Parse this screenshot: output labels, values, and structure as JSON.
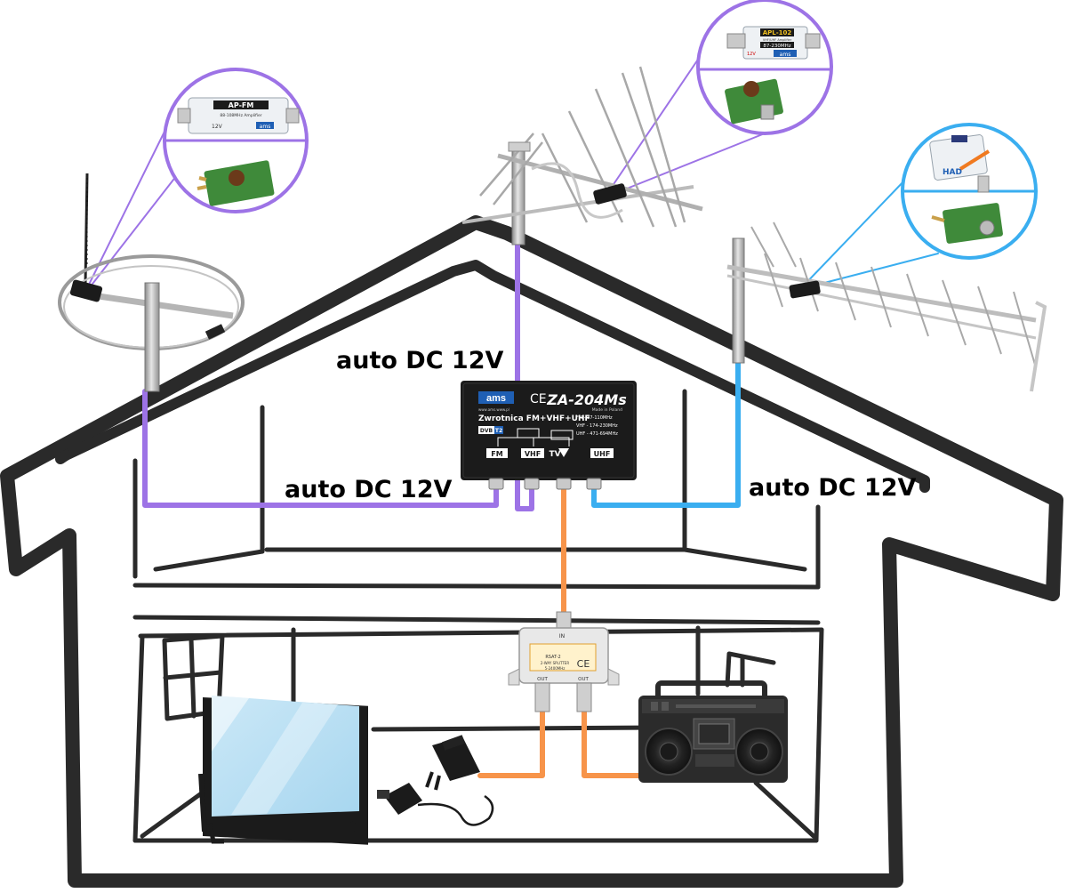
{
  "colors": {
    "purple": "#9d73e6",
    "blue": "#3aaef0",
    "orange": "#f7944a",
    "house": "#2a2a2a",
    "amsBlue": "#1f5fb4"
  },
  "labels": {
    "dc_top": "auto DC 12V",
    "dc_left": "auto DC 12V",
    "dc_right": "auto DC 12V"
  },
  "amplifiers": {
    "fm": {
      "name": "AP-FM",
      "spec": "88-108MHz Amplifier",
      "volt": "12V",
      "brand": "ams"
    },
    "vhf": {
      "name": "APL-102",
      "spec1": "VHF/UHF Amplifier",
      "spec2": "87-230MHz",
      "volt": "12V",
      "brand": "ams"
    },
    "uhf": {
      "brand": "HAD"
    }
  },
  "diplexer": {
    "brand": "ams",
    "ce": "CE",
    "model": "ZA-204Ms",
    "url": "www.ams.www.pl",
    "made": "Made in Poland",
    "title": "Zwrotnica FM+VHF+UHF",
    "bands": [
      "FM - 87-110MHz",
      "VHF - 174-230MHz",
      "UHF - 471-694MHz"
    ],
    "dvb": "DVB",
    "dvb_t2": "T2",
    "ports": [
      "FM",
      "VHF",
      "TV",
      "UHF"
    ]
  },
  "splitter": {
    "in": "IN",
    "model": "RSAT-2",
    "desc": "2-WAY SPLITTER",
    "freq": "5-2400MHz",
    "out1": "OUT",
    "out2": "OUT",
    "ce": "CE"
  }
}
